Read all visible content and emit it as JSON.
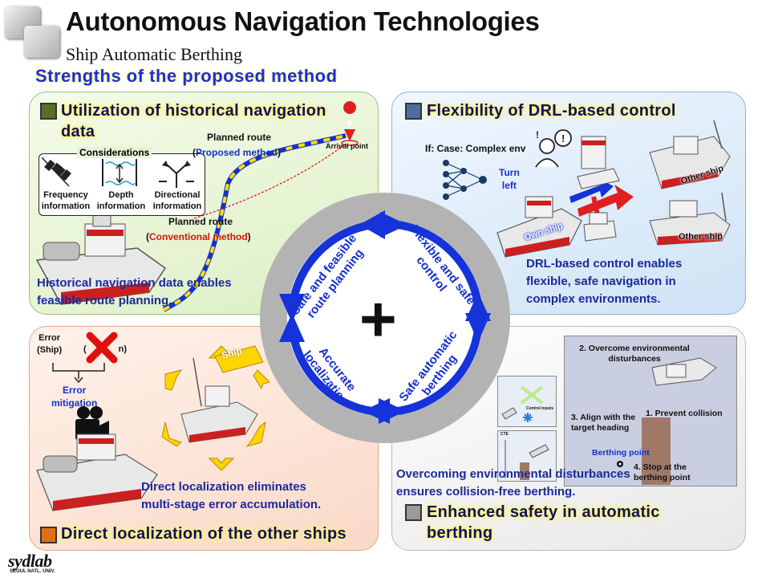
{
  "header": {
    "title": "Autonomous Navigation Technologies",
    "subtitle": "Ship Automatic Berthing",
    "section": "Strengths of the proposed method"
  },
  "q1": {
    "title_line1": "Utilization of historical navigation",
    "title_line2": "data",
    "considerations": "Considerations",
    "items": [
      {
        "line1": "Frequency",
        "line2": "information"
      },
      {
        "line1": "Depth",
        "line2": "information"
      },
      {
        "line1": "Directional",
        "line2": "information"
      }
    ],
    "planned_route": "Planned route",
    "proposed": "Proposed method",
    "conventional": "Conventional method",
    "arrival": "Arrival point",
    "desc_line1": "Historical navigation data enables",
    "desc_line2": "feasible route planning."
  },
  "q2": {
    "title": "Flexibility of DRL-based control",
    "case": "If: Case: Complex env",
    "turn_line1": "Turn",
    "turn_line2": "left",
    "own_ship": "Own ship",
    "other_ship1": "Other ship",
    "other_ship2": "Other ship",
    "desc_line1": "DRL-based control enables",
    "desc_line2": "flexible, safe navigation in",
    "desc_line3": "complex environments."
  },
  "q3": {
    "err1_line1": "Error",
    "err1_line2": "(Ship)",
    "err2_tail": "n)",
    "mit_line1": "Error",
    "mit_line2": "mitigation",
    "ship_tag": "Ship",
    "desc_line1": "Direct localization eliminates",
    "desc_line2": "multi-stage error accumulation.",
    "title": "Direct localization of the other ships"
  },
  "q4": {
    "step2_line1": "2. Overcome environmental",
    "step2_line2": "disturbances",
    "step1": "1. Prevent collision",
    "step3_line1": "3. Align with the",
    "step3_line2": "target heading",
    "berthing_point": "Berthing point",
    "step4_line1": "4. Stop at the",
    "step4_line2": "berthing point",
    "control_inputs": "Control inputs",
    "cte": "CTE",
    "desc_line1": "Overcoming environmental disturbances",
    "desc_line2": "ensures collision-free berthing.",
    "title_line1": "Enhanced safety in automatic",
    "title_line2": "berthing"
  },
  "center": {
    "plus": "+",
    "tl_line1": "Safe and feasible",
    "tl_line2": "route planning",
    "tr_line1": "Flexible and safe",
    "tr_line2": "control",
    "bl_line1": "Accurate",
    "bl_line2": "localization",
    "br_line1": "Safe automatic",
    "br_line2": "berthing"
  },
  "colors": {
    "accent_blue": "#1530d0",
    "q1_square": "#5a6e2a",
    "q2_square": "#4a6ea0",
    "q3_square": "#e07018",
    "q4_square": "#9a9a9a",
    "ring": "#b3b3b3",
    "arrow": "#1533d8"
  },
  "logo": {
    "name": "sydlab",
    "sub": "SEOUL NATL. UNIV."
  }
}
